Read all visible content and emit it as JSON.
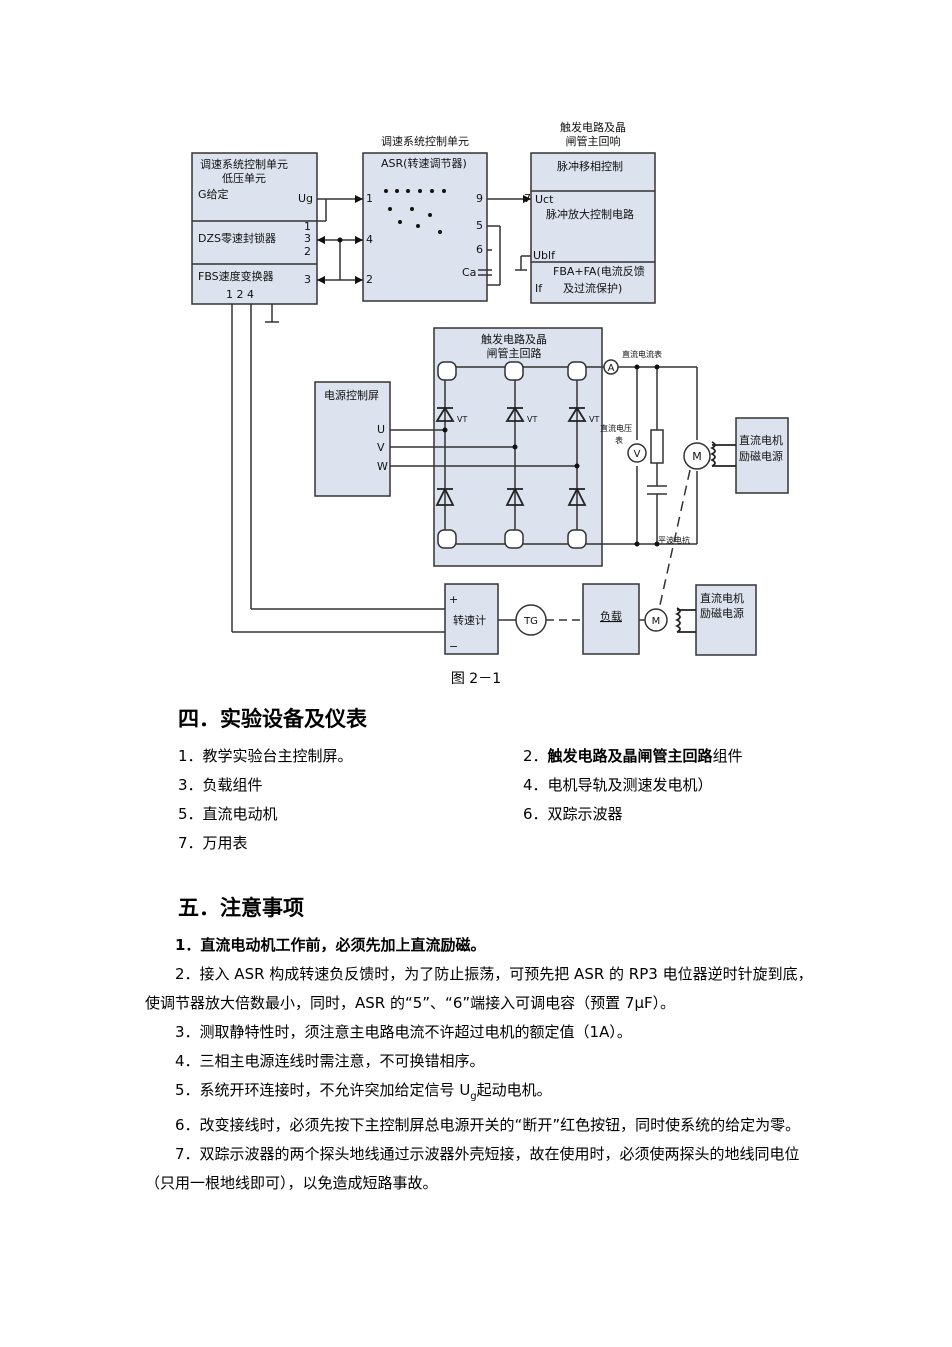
{
  "diagram": {
    "ctrl_title": "调速系统控制单元",
    "trig_title_1": "触发电路及晶",
    "trig_title_2": "闸管主回响",
    "left_box_title_1": "调速系统控制单元",
    "left_box_title_2": "低压单元",
    "g_label": "G给定",
    "ug_label": "Ug",
    "dzs_label": "DZS零速封锁器",
    "fbs_label": "FBS速度变换器",
    "pins_1_3_2": [
      "1",
      "3",
      "2"
    ],
    "pin_3": "3",
    "bottom_pins": "1  2  4",
    "asr_label": "ASR(转速调节器)",
    "asr_pins": [
      "1",
      "4",
      "2",
      "9",
      "5",
      "6"
    ],
    "ca_label": "Ca",
    "pulse_shift": "脉冲移相控制",
    "pulse_amp": "脉冲放大控制电路",
    "uct": "Uct",
    "ublf": "Ublf",
    "pin_7": "7",
    "fba_1": "FBA+FA(电流反馈",
    "fba_2": "及过流保护)",
    "if_label": "If",
    "main_title_1": "触发电路及晶",
    "main_title_2": "闸管主回路",
    "power_screen": "电源控制屏",
    "uvw": [
      "U",
      "V",
      "W"
    ],
    "thyristors": [
      "VT",
      "VT",
      "VT"
    ],
    "ammeter_label": "直流电流表",
    "ammeter_symbol": "A",
    "voltmeter_label_1": "直流电压",
    "voltmeter_label_2": "表",
    "voltmeter_symbol": "V",
    "motor_symbol": "M",
    "excitation_1": "直流电机",
    "excitation_2": "励磁电源",
    "reactor_label": "平波电抗",
    "tacho_plus": "+",
    "tacho_minus": "−",
    "tachometer": "转速计",
    "tg": "TG",
    "load": "负载",
    "motor2_symbol": "M",
    "excitation2_1": "直流电机",
    "excitation2_2": "励磁电源"
  },
  "figure_caption": "图 2－1",
  "section4": {
    "title": "四．实验设备及仪表",
    "items": [
      {
        "num": "1．",
        "text": "教学实验台主控制屏。",
        "bold": ""
      },
      {
        "num": "2．",
        "text": "组件",
        "bold": "触发电路及晶闸管主回路"
      },
      {
        "num": "3．",
        "text": "负载组件",
        "bold": ""
      },
      {
        "num": "4．",
        "text": "电机导轨及测速发电机）",
        "bold": ""
      },
      {
        "num": "5．",
        "text": "直流电动机",
        "bold": ""
      },
      {
        "num": "6．",
        "text": "双踪示波器",
        "bold": ""
      },
      {
        "num": "7．",
        "text": "万用表",
        "bold": ""
      }
    ]
  },
  "section5": {
    "title": "五．注意事项",
    "p1": "1．直流电动机工作前，必须先加上直流励磁。",
    "p2": "2．接入 ASR 构成转速负反馈时，为了防止振荡，可预先把 ASR 的 RP3 电位器逆时针旋到底，使调节器放大倍数最小，同时，ASR 的“5”、“6”端接入可调电容（预置 7μF）。",
    "p3": "3．测取静特性时，须注意主电路电流不许超过电机的额定值（1A）。",
    "p4": "4．三相主电源连线时需注意，不可换错相序。",
    "p5a": "5．系统开环连接时，不允许突加给定信号 U",
    "p5sub": "g",
    "p5b": "起动电机。",
    "p6": "6．改变接线时，必须先按下主控制屏总电源开关的“断开”红色按钮，同时使系统的给定为零。",
    "p7": "7．双踪示波器的两个探头地线通过示波器外壳短接，故在使用时，必须使两探头的地线同电位（只用一根地线即可），以免造成短路事故。"
  }
}
